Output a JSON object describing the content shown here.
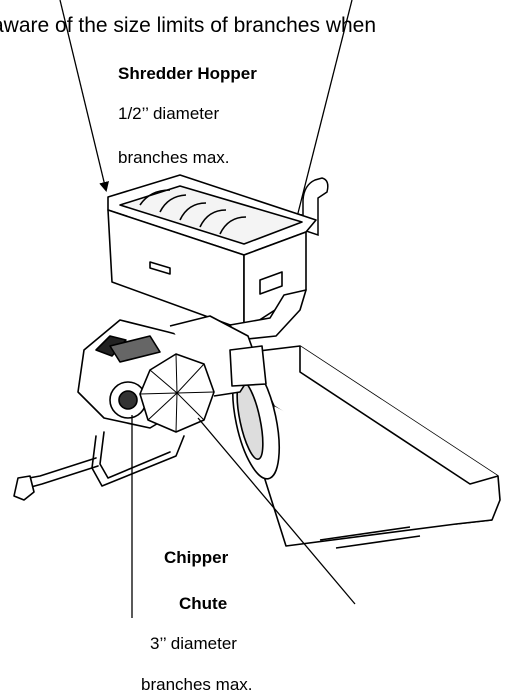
{
  "header_text": "aware of the size limits of branches when",
  "hopper": {
    "title": "Shredder Hopper",
    "line1": "1/2’’ diameter",
    "line2": "branches max."
  },
  "chipper": {
    "title_line1": "Chipper",
    "title_line2": "Chute",
    "line1": "3’’ diameter",
    "line2": "branches max."
  }
}
